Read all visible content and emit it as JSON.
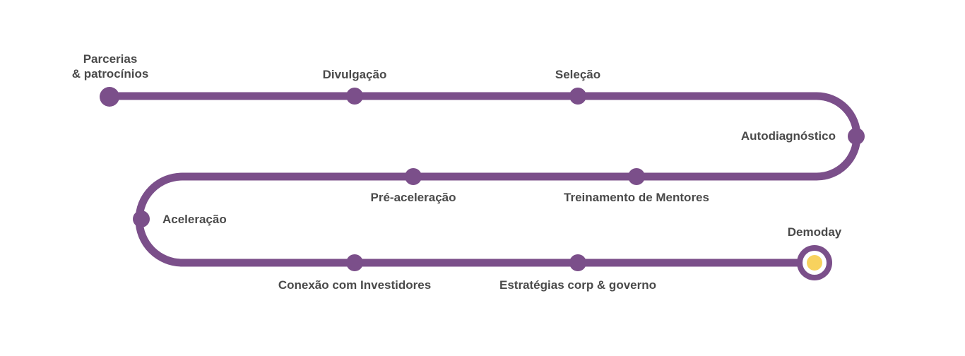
{
  "colors": {
    "track": "#7b4f8a",
    "label_text": "#4a4a4a",
    "final_fill": "#f8d25e",
    "final_ring_inner": "#ffffff",
    "background": "#ffffff"
  },
  "steps": [
    {
      "id": "parcerias",
      "label": "Parcerias\n& patrocínios"
    },
    {
      "id": "divulgacao",
      "label": "Divulgação"
    },
    {
      "id": "selecao",
      "label": "Seleção"
    },
    {
      "id": "autodiagnostico",
      "label": "Autodiagnóstico"
    },
    {
      "id": "treinamento",
      "label": "Treinamento de Mentores"
    },
    {
      "id": "pre-aceleracao",
      "label": "Pré-aceleração"
    },
    {
      "id": "aceleracao",
      "label": "Aceleração"
    },
    {
      "id": "conexao",
      "label": "Conexão com Investidores"
    },
    {
      "id": "estrategias",
      "label": "Estratégias corp & governo"
    },
    {
      "id": "demoday",
      "label": "Demoday"
    }
  ]
}
